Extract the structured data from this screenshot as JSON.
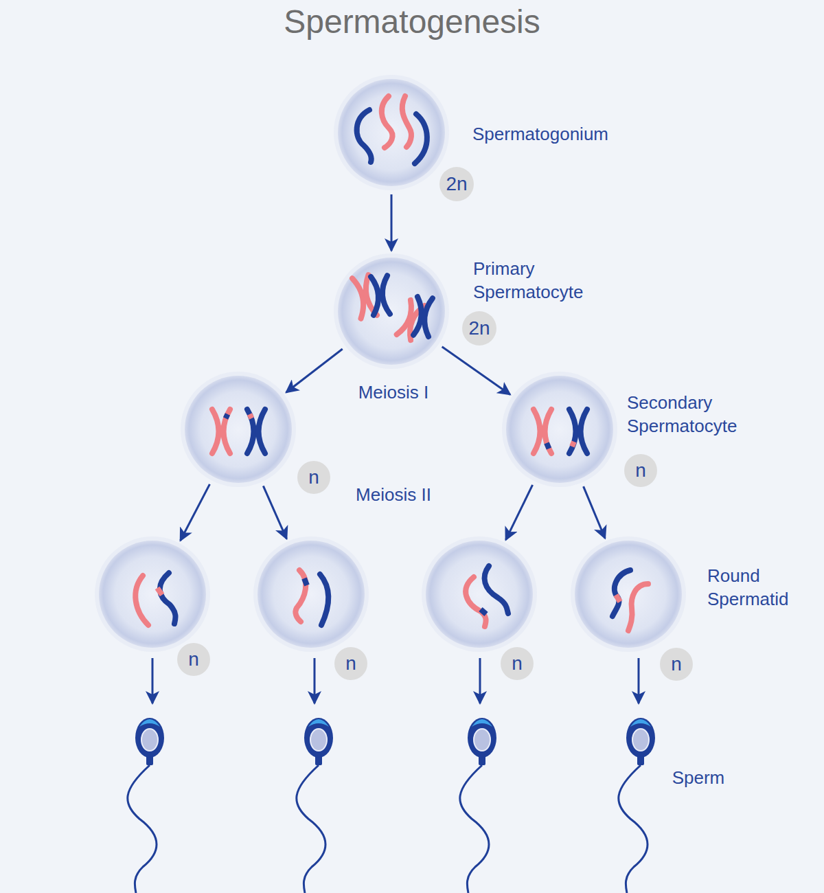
{
  "diagram": {
    "title": "Spermatogenesis",
    "nodes": [
      {
        "text": [
          "Spermatogonium",
          "2n"
        ]
      },
      {
        "text": [
          "Primary Spermatocyte",
          "2n"
        ]
      },
      {
        "text": [
          "n"
        ]
      },
      {
        "text": [
          "Secondary Spermatocyte",
          "n"
        ]
      },
      {
        "text": [
          "n"
        ]
      },
      {
        "text": [
          "n"
        ]
      },
      {
        "text": [
          "n"
        ]
      },
      {
        "text": [
          "Round Spermatid",
          "n"
        ]
      }
    ],
    "edges": [
      {
        "from": 0,
        "to": 1,
        "arrow": "to"
      },
      {
        "from": 1,
        "to": 2,
        "arrow": "to"
      },
      {
        "from": 1,
        "to": 3,
        "arrow": "to"
      },
      {
        "from": 2,
        "to": 4,
        "arrow": "to"
      },
      {
        "from": 2,
        "to": 5,
        "arrow": "to"
      },
      {
        "from": 3,
        "to": 6,
        "arrow": "to"
      },
      {
        "from": 3,
        "to": 7,
        "arrow": "to"
      }
    ],
    "labels": [
      "Meiosis I",
      "Meiosis II",
      "Sperm"
    ]
  }
}
